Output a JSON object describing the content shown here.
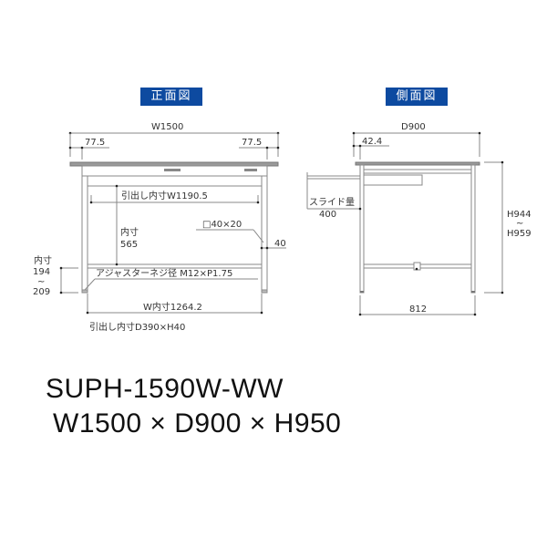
{
  "front_view": {
    "title": "正面図",
    "width_total": "W1500",
    "left_offset": "77.5",
    "right_offset": "77.5",
    "drawer_inner_width": "引出し内寸W1190.5",
    "inner_height_label": "内寸",
    "inner_height_value": "565",
    "pipe_size": "□40×20",
    "pipe_height": "40",
    "lower_inner_label": "内寸",
    "lower_inner_min": "194",
    "lower_inner_tilde": "~",
    "lower_inner_max": "209",
    "adjuster": "アジャスターネジ径 M12×P1.75",
    "inner_width": "W内寸1264.2",
    "drawer_inner_dims": "引出し内寸D390×H40"
  },
  "side_view": {
    "title": "側面図",
    "depth_total": "D900",
    "top_offset": "42.4",
    "slide_label": "スライド量",
    "slide_value": "400",
    "height_min": "H944",
    "height_tilde": "~",
    "height_max": "H959",
    "leg_span": "812"
  },
  "product": {
    "model_code": "SUPH-1590W-WW",
    "size": "W1500 × D900 × H950"
  },
  "colors": {
    "badge_bg": "#0d4aa0",
    "line": "#888888",
    "top_plate": "#9a9a9a"
  }
}
